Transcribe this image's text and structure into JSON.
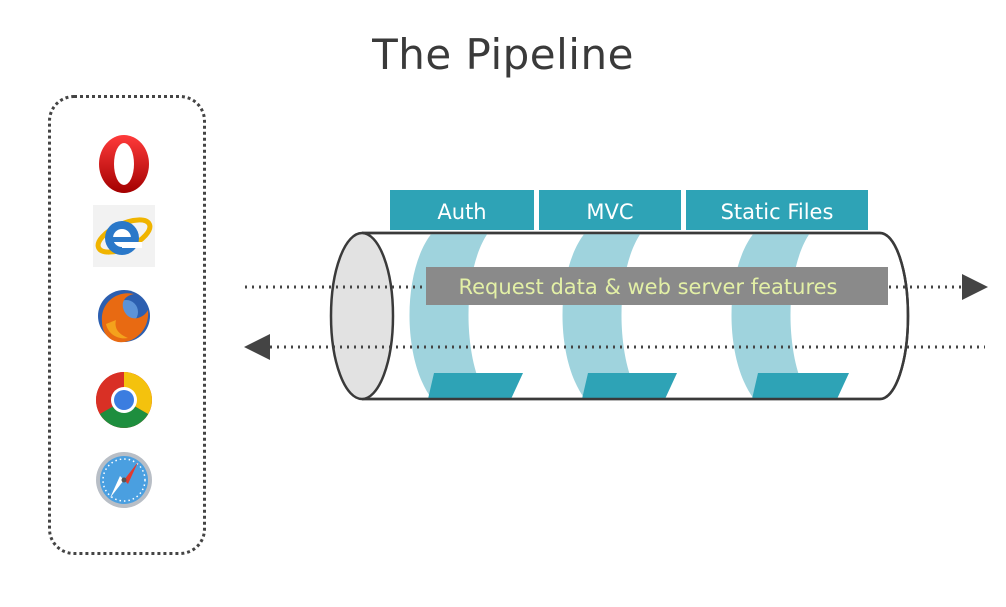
{
  "title": "The Pipeline",
  "browsers": [
    {
      "name": "opera-icon"
    },
    {
      "name": "internet-explorer-icon"
    },
    {
      "name": "firefox-icon"
    },
    {
      "name": "chrome-icon"
    },
    {
      "name": "safari-icon"
    }
  ],
  "middleware": [
    {
      "label": "Auth"
    },
    {
      "label": "MVC"
    },
    {
      "label": "Static Files"
    }
  ],
  "banner": "Request data & web server features",
  "colors": {
    "teal": "#2ea3b6",
    "teal_light": "#9fd3dd",
    "banner_bg": "#8a8a8a",
    "banner_text": "#e3f0a6"
  }
}
